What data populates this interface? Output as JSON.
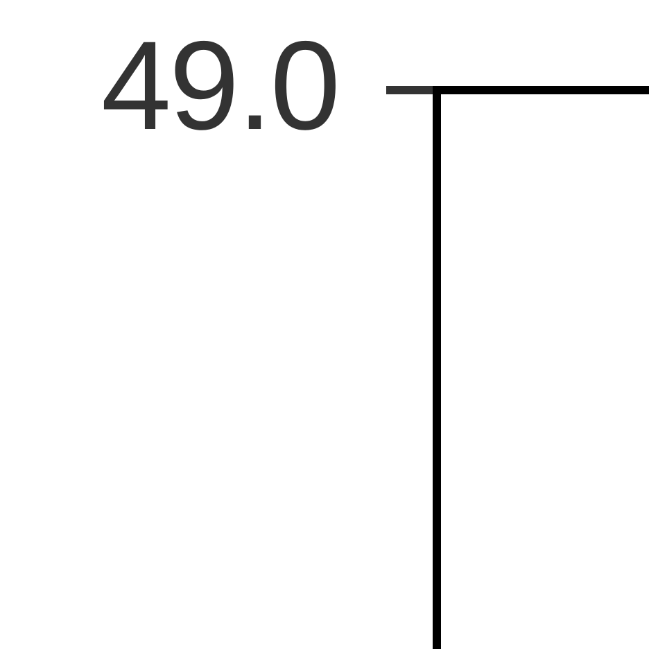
{
  "chart_data": {
    "type": "line",
    "title": "",
    "xlabel": "",
    "ylabel": "",
    "y_ticks": [
      {
        "value": 49.0,
        "label": "49.0"
      }
    ],
    "series": [],
    "grid": false
  },
  "colors": {
    "axis_line": "#000000",
    "tick_mark": "#333333",
    "tick_label": "#333333",
    "background": "#ffffff"
  }
}
